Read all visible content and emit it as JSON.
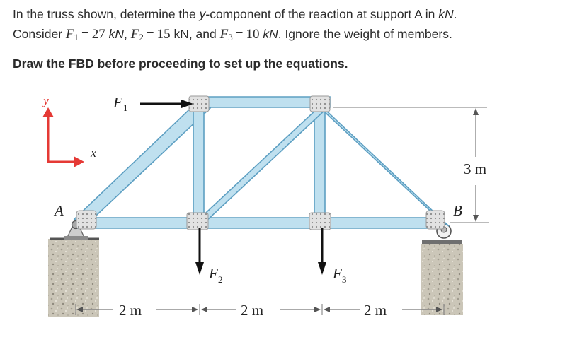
{
  "problem": {
    "line1_a": "In the truss shown, determine the ",
    "line1_var": "y",
    "line1_b": "-component of the reaction at support A in ",
    "line1_unit": "kN",
    "line1_c": ".",
    "line2_lead": "Consider ",
    "f1_sym": "F",
    "f1_sub": "1",
    "eq": "=",
    "f1_val": "27",
    "f2_sym": "F",
    "f2_sub": "2",
    "f2_val": "15",
    "f3_sym": "F",
    "f3_sub": "3",
    "f3_val": "10",
    "unit_kN": "kN",
    "unit_kN2": "kN",
    "unit_kN3": "kN",
    "sep_comma": ", ",
    "sep_and": ", and ",
    "line2_tail": ". Ignore the weight of members."
  },
  "instruction": "Draw the FBD before proceeding to set up the equations.",
  "figure": {
    "axis_y": "y",
    "axis_x": "x",
    "f1_label": "F",
    "f1_sub": "1",
    "f2_label": "F",
    "f2_sub": "2",
    "f3_label": "F",
    "f3_sub": "3",
    "support_a": "A",
    "support_b": "B",
    "dim_height": "3 m",
    "dim_1": "2 m",
    "dim_2": "2 m",
    "dim_3": "2 m",
    "colors": {
      "member_fill": "#bfe0ef",
      "member_stroke": "#5d9fc2",
      "axis_red": "#e53935",
      "gusset": "#dcdcdc",
      "ground": "#c9c3b5"
    }
  }
}
